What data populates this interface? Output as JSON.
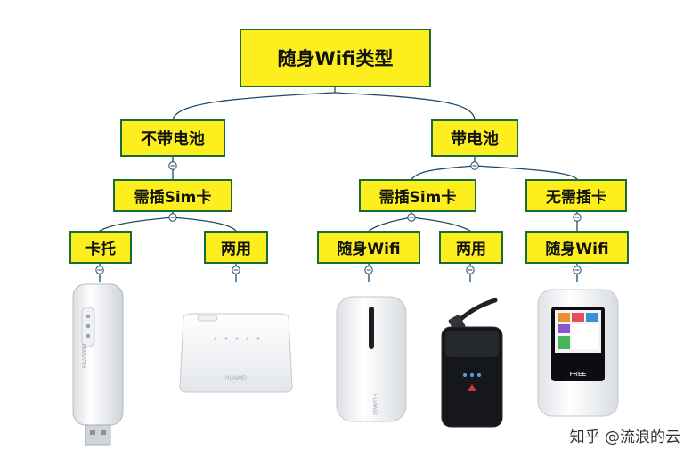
{
  "diagram": {
    "root": "随身Wifi类型",
    "branches": [
      {
        "label": "不带电池",
        "children": [
          {
            "label": "需插Sim卡",
            "children": [
              {
                "label": "卡托",
                "device": "usb-dongle"
              },
              {
                "label": "两用",
                "device": "router-box"
              }
            ]
          }
        ]
      },
      {
        "label": "带电池",
        "children": [
          {
            "label": "需插Sim卡",
            "children": [
              {
                "label": "随身Wifi",
                "device": "white-pocket-wifi"
              },
              {
                "label": "两用",
                "device": "black-pocket-wifi"
              }
            ]
          },
          {
            "label": "无需插卡",
            "children": [
              {
                "label": "随身Wifi",
                "device": "screen-pocket-wifi"
              }
            ]
          }
        ]
      }
    ]
  },
  "device_text": {
    "usb_brand": "HUAWEI",
    "router_brand": "HUAWEI",
    "white_pocket_brand": "HUAWEI",
    "screen_pocket_brand": "FREE"
  },
  "watermark": "知乎 @流浪的云",
  "colors": {
    "node_fill": "#fdef1e",
    "node_border": "#1a6b3a",
    "connector": "#1e4a6a"
  }
}
